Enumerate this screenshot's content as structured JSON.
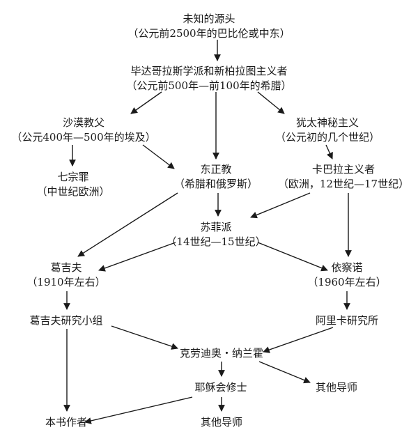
{
  "nodes": {
    "origin": {
      "line1": "未知的源头",
      "line2": "（公元前2500年的巴比伦或中东）"
    },
    "pythagoras": {
      "line1": "毕达哥拉斯学派和新柏拉图主义者",
      "line2": "（公元前500年—前100年的希腊）"
    },
    "desert": {
      "line1": "沙漠教父",
      "line2": "（公元400年—500年的埃及）"
    },
    "jewish": {
      "line1": "犹太神秘主义",
      "line2": "（公元初的几个世纪）"
    },
    "sins": {
      "line1": "七宗罪",
      "line2": "（中世纪欧洲）"
    },
    "orthodox": {
      "line1": "东正教",
      "line2": "（希腊和俄罗斯）"
    },
    "kabbalah": {
      "line1": "卡巴拉主义者",
      "line2": "（欧洲，12世纪—17世纪）"
    },
    "sufi": {
      "line1": "苏菲派",
      "line2": "（14世纪—15世纪）"
    },
    "gurdjieff": {
      "line1": "葛吉夫",
      "line2": "（1910年左右）"
    },
    "ichazo": {
      "line1": "依察诺",
      "line2": "（1960年左右）"
    },
    "g_group": {
      "line1": "葛吉夫研究小组"
    },
    "arica": {
      "line1": "阿里卡研究所"
    },
    "naranjo": {
      "line1": "克劳迪奥・纳兰霍"
    },
    "jesuits": {
      "line1": "耶稣会修士"
    },
    "others_right": {
      "line1": "其他导师"
    },
    "author": {
      "line1": "本书作者"
    },
    "others_bottom": {
      "line1": "其他导师"
    }
  },
  "edges": [
    [
      "origin",
      "pythagoras"
    ],
    [
      "pythagoras",
      "desert"
    ],
    [
      "pythagoras",
      "orthodox"
    ],
    [
      "pythagoras",
      "jewish"
    ],
    [
      "desert",
      "sins"
    ],
    [
      "desert",
      "orthodox"
    ],
    [
      "jewish",
      "kabbalah"
    ],
    [
      "orthodox",
      "gurdjieff"
    ],
    [
      "orthodox",
      "sufi"
    ],
    [
      "kabbalah",
      "sufi"
    ],
    [
      "kabbalah",
      "ichazo"
    ],
    [
      "sufi",
      "gurdjieff"
    ],
    [
      "sufi",
      "ichazo"
    ],
    [
      "gurdjieff",
      "g_group"
    ],
    [
      "ichazo",
      "arica"
    ],
    [
      "g_group",
      "naranjo"
    ],
    [
      "arica",
      "naranjo"
    ],
    [
      "g_group",
      "author"
    ],
    [
      "naranjo",
      "jesuits"
    ],
    [
      "naranjo",
      "others_right"
    ],
    [
      "jesuits",
      "author"
    ],
    [
      "jesuits",
      "others_bottom"
    ]
  ]
}
